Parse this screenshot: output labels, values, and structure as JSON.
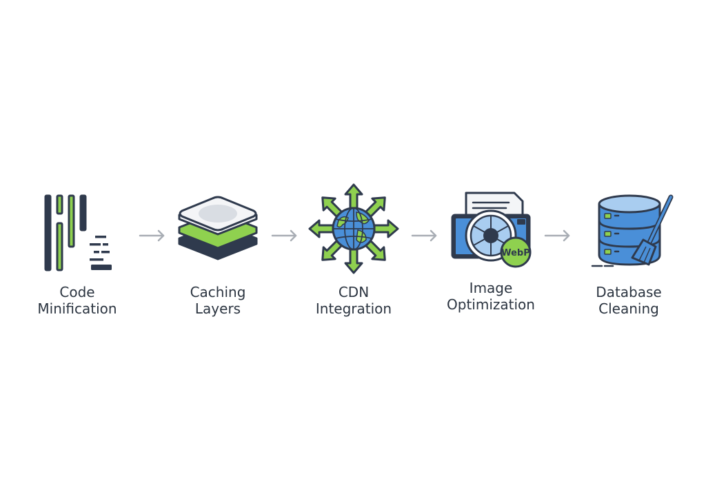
{
  "steps": [
    {
      "id": "code-minification",
      "lines": [
        "Code",
        "Minification"
      ],
      "icon": "code-minify-icon"
    },
    {
      "id": "caching-layers",
      "lines": [
        "Caching",
        "Layers"
      ],
      "icon": "layers-icon"
    },
    {
      "id": "cdn-integration",
      "lines": [
        "CDN",
        "Integration"
      ],
      "icon": "globe-arrows-icon"
    },
    {
      "id": "image-optimization",
      "lines": [
        "Image",
        "Optimization"
      ],
      "icon": "camera-webp-icon",
      "badge": "WebP"
    },
    {
      "id": "database-cleaning",
      "lines": [
        "Database",
        "Cleaning"
      ],
      "icon": "database-broom-icon"
    }
  ],
  "colors": {
    "navy": "#2f3a4d",
    "green": "#8fd14f",
    "blue": "#4a8fd8",
    "light_blue": "#a9cdf0",
    "gray": "#d9dde3",
    "arrow": "#a8adb4",
    "text": "#2b3440"
  }
}
